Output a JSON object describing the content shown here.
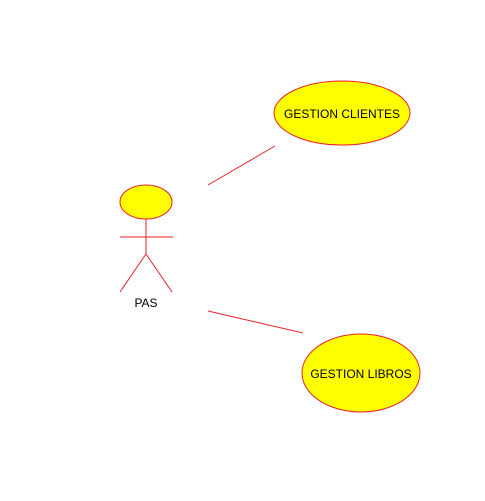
{
  "diagram": {
    "actor": {
      "label": "PAS"
    },
    "use_cases": [
      {
        "label": "GESTION CLIENTES"
      },
      {
        "label": "GESTION LIBROS"
      }
    ],
    "colors": {
      "stroke": "#e8212a",
      "fill": "#ffff00",
      "text": "#000000",
      "background": "#ffffff"
    }
  }
}
